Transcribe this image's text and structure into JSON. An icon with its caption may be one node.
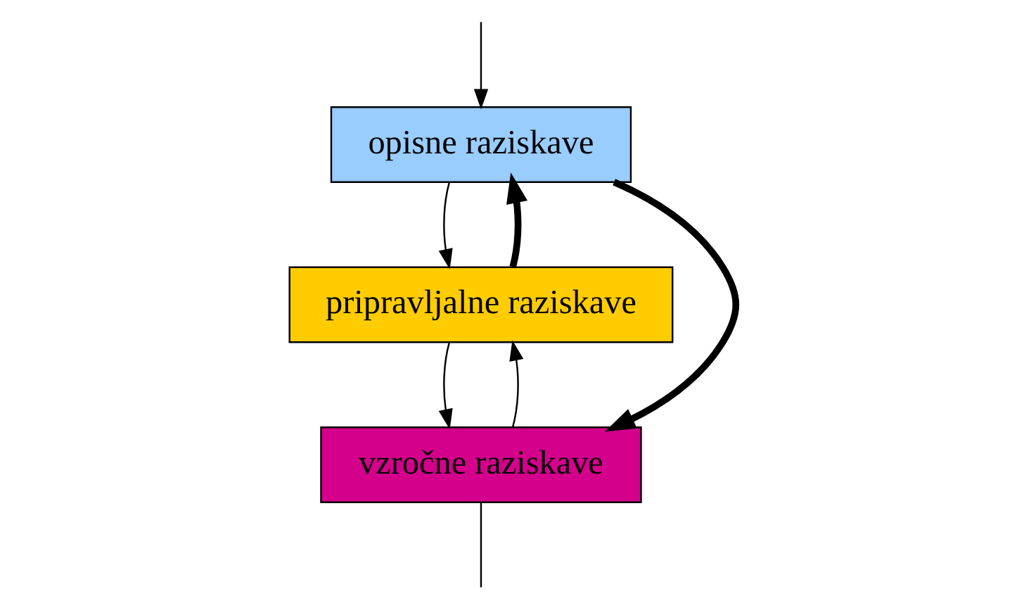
{
  "diagram": {
    "nodes": [
      {
        "text": [
          "opisne raziskave"
        ]
      },
      {
        "text": [
          "pripravljalne raziskave"
        ]
      },
      {
        "text": [
          "vzročne raziskave"
        ]
      }
    ],
    "edges": [
      {
        "from": 1,
        "to": 0,
        "arrow": "to",
        "style": "thick"
      },
      {
        "from": null,
        "to": 0,
        "arrow": "to"
      },
      {
        "from": 0,
        "to": 1,
        "arrow": "to"
      },
      {
        "from": 2,
        "to": 1,
        "arrow": "to"
      },
      {
        "from": 0,
        "to": 2,
        "arrow": "to",
        "style": "thick"
      },
      {
        "from": 1,
        "to": 2,
        "arrow": "to"
      },
      {
        "from": 2,
        "to": null,
        "arrow": "none"
      }
    ]
  }
}
